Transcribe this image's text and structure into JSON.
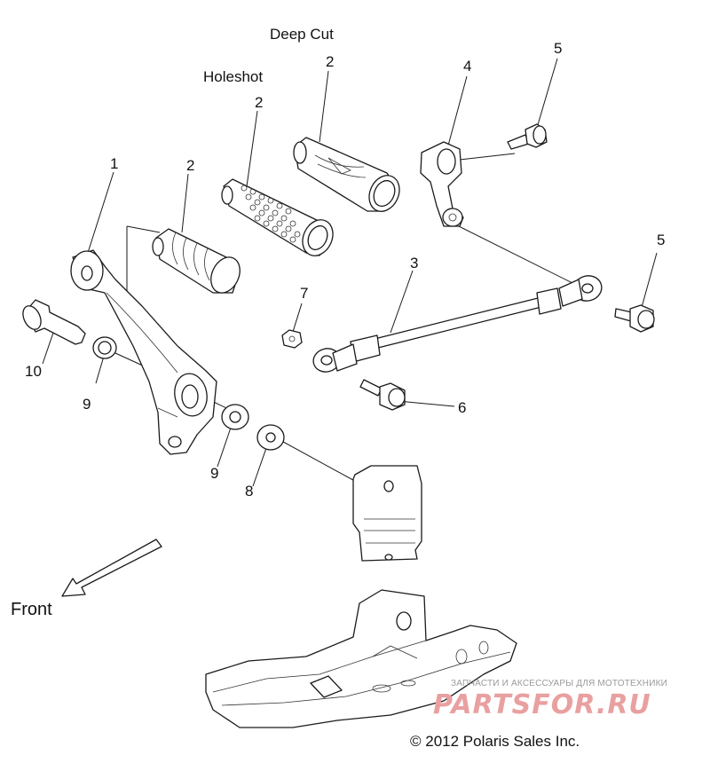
{
  "diagram": {
    "variant_labels": {
      "deep_cut": "Deep Cut",
      "holeshot": "Holeshot"
    },
    "callouts": {
      "c1": "1",
      "c2_standard": "2",
      "c2_holeshot": "2",
      "c2_deepcut": "2",
      "c3": "3",
      "c4": "4",
      "c5_top": "5",
      "c5_right": "5",
      "c6": "6",
      "c7": "7",
      "c8": "8",
      "c9_upper": "9",
      "c9_lower": "9",
      "c10": "10"
    },
    "direction_label": "Front",
    "copyright": "© 2012 Polaris Sales Inc.",
    "watermark": {
      "tagline": "ЗАПЧАСТИ И АКСЕССУАРЫ ДЛЯ МОТОТЕХНИКИ",
      "brand": "PARTSFOR.RU"
    }
  }
}
